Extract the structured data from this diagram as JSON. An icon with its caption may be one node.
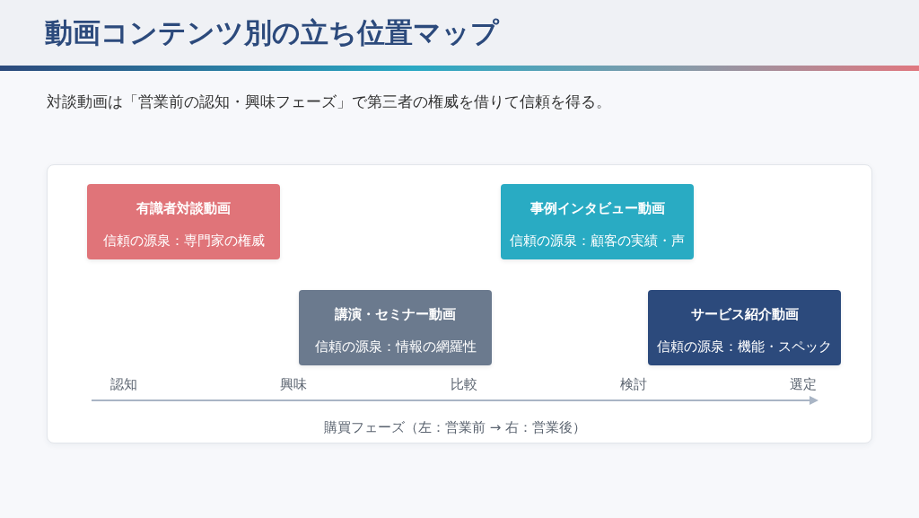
{
  "diagram": {
    "title": "動画コンテンツ別の立ち位置マップ",
    "nodes": [
      {
        "text": [
          "有識者対談動画",
          "信頼の源泉：専門家の権威"
        ]
      },
      {
        "text": [
          "事例インタビュー動画",
          "信頼の源泉：顧客の実績・声"
        ]
      },
      {
        "text": [
          "講演・セミナー動画",
          "信頼の源泉：情報の網羅性"
        ]
      },
      {
        "text": [
          "サービス紹介動画",
          "信頼の源泉：機能・スペック"
        ]
      }
    ],
    "labels": [
      "対談動画は「営業前の認知・興味フェーズ」で第三者の権威を借りて信頼を得る。",
      "認知",
      "興味",
      "比較",
      "検討",
      "選定",
      "購買フェーズ（左：営業前 → 右：営業後）"
    ]
  }
}
